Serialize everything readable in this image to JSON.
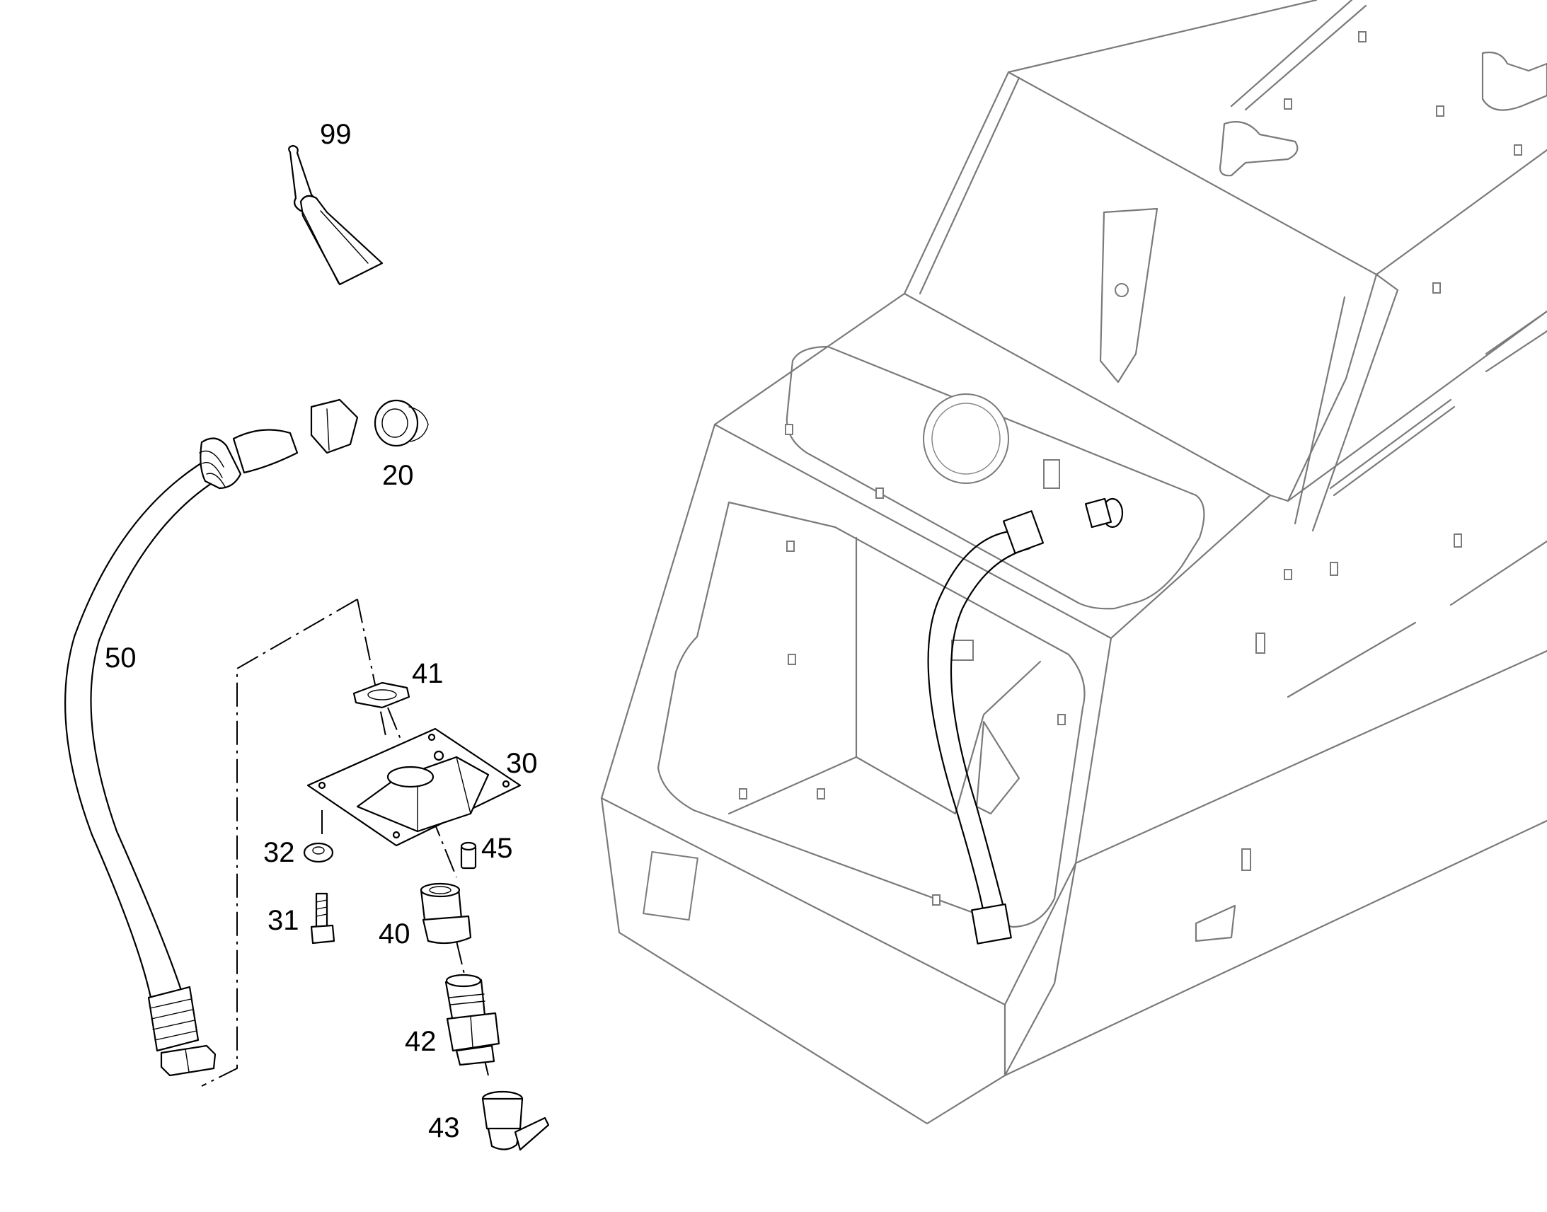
{
  "diagram": {
    "callouts": {
      "n99": "99",
      "n20": "20",
      "n50": "50",
      "n41": "41",
      "n30": "30",
      "n32": "32",
      "n45": "45",
      "n31": "31",
      "n40": "40",
      "n42": "42",
      "n43": "43"
    }
  }
}
